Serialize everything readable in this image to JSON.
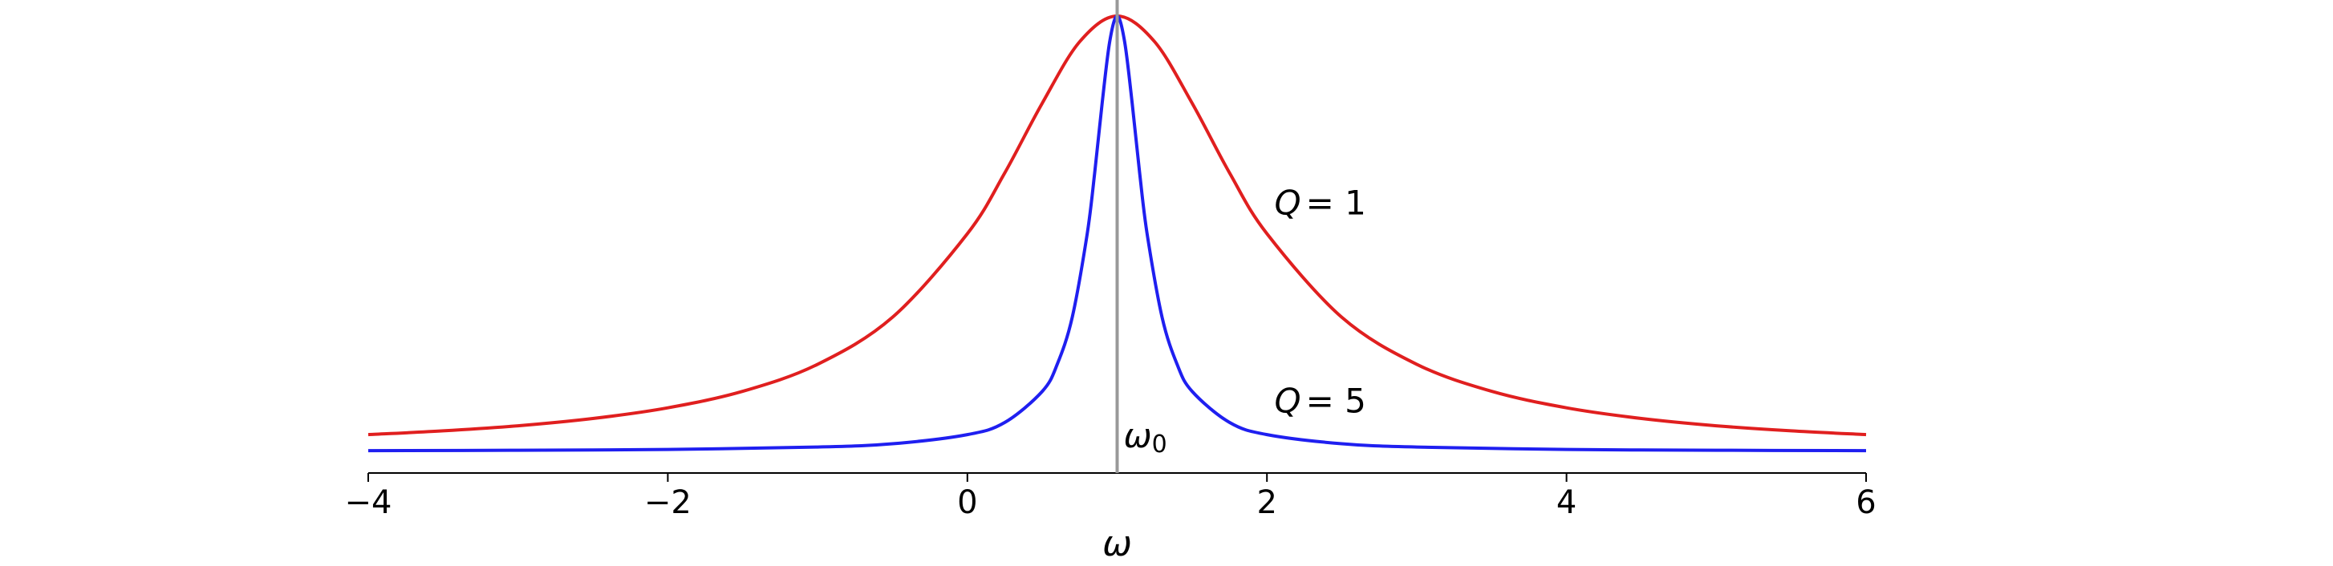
{
  "chart_data": {
    "type": "line",
    "title": "",
    "xlabel": "ω",
    "ylabel": "",
    "xlim": [
      -4,
      6
    ],
    "ylim": [
      0,
      1.05
    ],
    "grid": false,
    "legend": "none",
    "x_ticks": [
      -4,
      -2,
      0,
      2,
      4,
      6
    ],
    "x_tick_labels": [
      "−4",
      "−2",
      "0",
      "2",
      "4",
      "6"
    ],
    "resonance": {
      "omega0": 1,
      "label_symbol": "ω",
      "label_subscript": "0",
      "color": "#999999"
    },
    "series": [
      {
        "color": "#e01f1f",
        "label_var": "Q",
        "label_value": "= 1",
        "label_at": [
          2.05,
          0.57
        ],
        "x": [
          -4,
          -3.5,
          -3,
          -2.5,
          -2,
          -1.5,
          -1,
          -0.5,
          0,
          0.25,
          0.5,
          0.75,
          1,
          1.25,
          1.5,
          1.75,
          2,
          2.5,
          3,
          3.5,
          4,
          4.5,
          5,
          5.5,
          6
        ],
        "values": [
          0.0385,
          0.0471,
          0.0588,
          0.0755,
          0.1,
          0.138,
          0.2,
          0.308,
          0.5,
          0.64,
          0.8,
          0.941,
          1.0,
          0.941,
          0.8,
          0.64,
          0.5,
          0.308,
          0.2,
          0.138,
          0.1,
          0.0755,
          0.0588,
          0.0471,
          0.0385
        ]
      },
      {
        "color": "#1f1ff0",
        "label_var": "Q",
        "label_value": "= 5",
        "label_at": [
          2.05,
          0.115
        ],
        "x": [
          -4,
          -3,
          -2,
          -1,
          -0.5,
          0,
          0.25,
          0.5,
          0.6,
          0.7,
          0.8,
          0.85,
          0.9,
          0.95,
          1,
          1.05,
          1.1,
          1.15,
          1.2,
          1.3,
          1.4,
          1.5,
          1.75,
          2,
          2.5,
          3,
          4,
          5,
          6
        ],
        "values": [
          0.0016,
          0.0025,
          0.0044,
          0.0099,
          0.0175,
          0.0385,
          0.0664,
          0.138,
          0.2,
          0.308,
          0.5,
          0.64,
          0.8,
          0.941,
          1.0,
          0.941,
          0.8,
          0.64,
          0.5,
          0.308,
          0.2,
          0.138,
          0.0664,
          0.0385,
          0.0175,
          0.0099,
          0.0044,
          0.0025,
          0.0016
        ]
      }
    ]
  }
}
